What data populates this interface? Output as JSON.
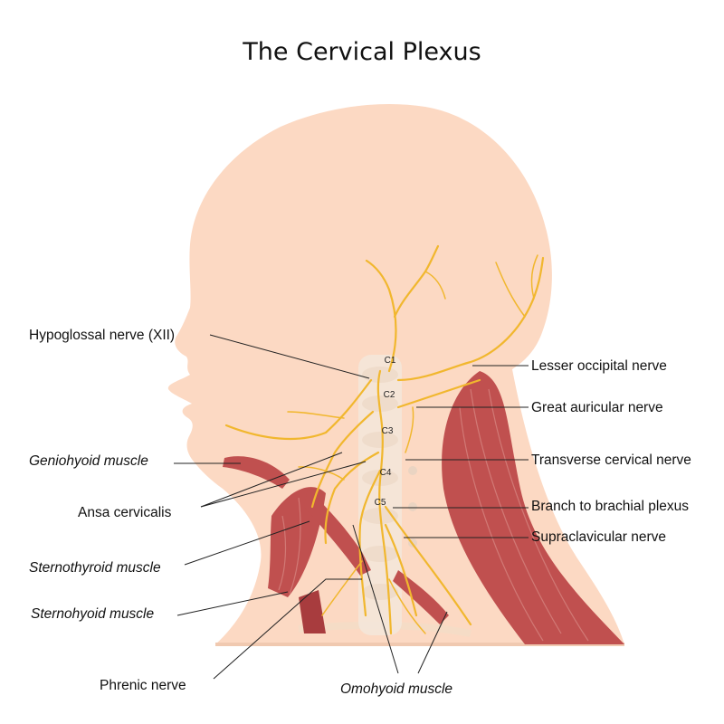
{
  "title": "The Cervical Plexus",
  "vertebrae": [
    "C1",
    "C2",
    "C3",
    "C4",
    "C5"
  ],
  "labels": {
    "hypoglossal": "Hypoglossal nerve (XII)",
    "geniohyoid": "Geniohyoid muscle",
    "ansa": "Ansa cervicalis",
    "sternothyroid": "Sternothyroid muscle",
    "sternohyoid": "Sternohyoid muscle",
    "phrenic": "Phrenic nerve",
    "omohyoid": "Omohyoid muscle",
    "lesser_occipital": "Lesser occipital nerve",
    "great_auricular": "Great auricular nerve",
    "transverse_cervical": "Transverse cervical nerve",
    "brachial_branch": "Branch to brachial plexus",
    "supraclavicular": "Supraclavicular nerve"
  },
  "colors": {
    "skin": "#fcd9c3",
    "nerve": "#f1b72e",
    "muscle": "#c0504f",
    "spine": "#f3e6da"
  }
}
